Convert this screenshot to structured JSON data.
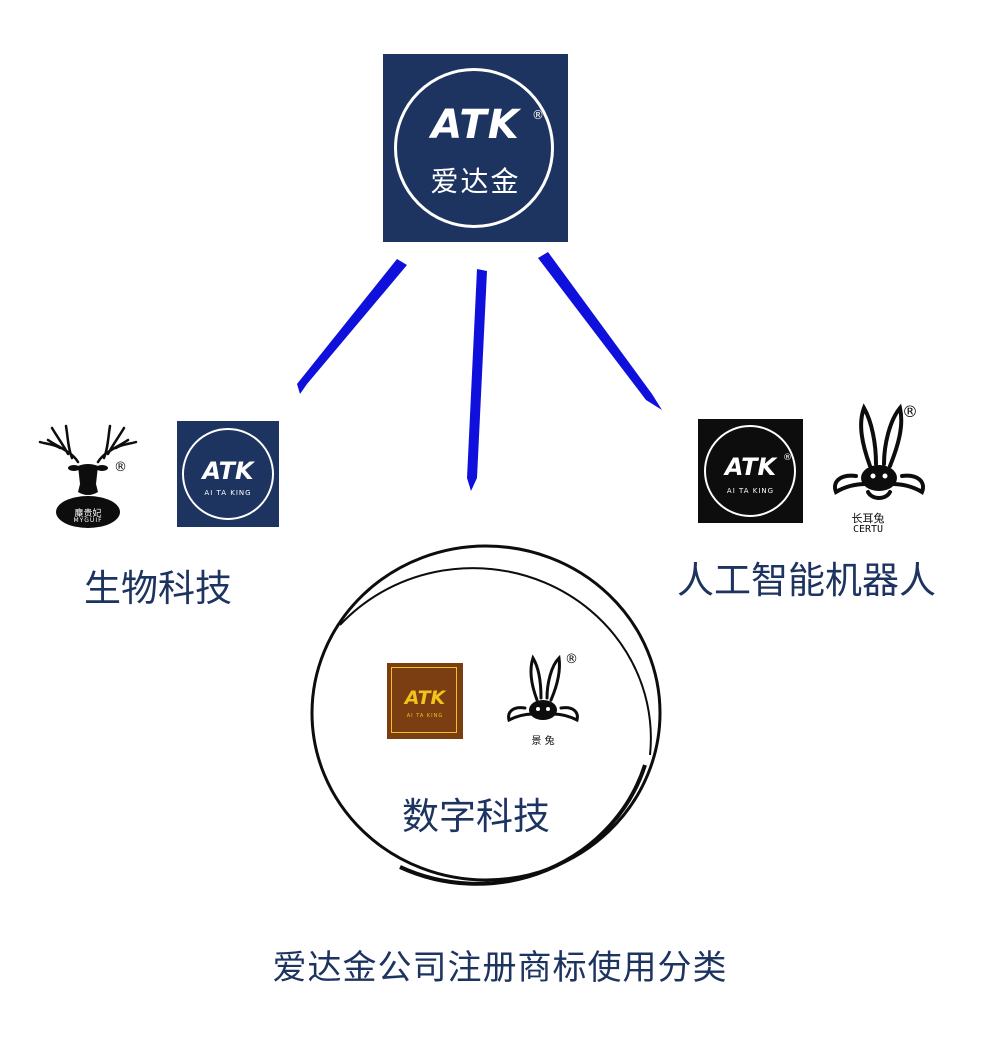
{
  "colors": {
    "navy": "#1d3360",
    "connector": "#1010dd",
    "black": "#0d0d0d",
    "brown": "#7a3e12",
    "gold": "#f2c31a"
  },
  "main_logo": {
    "brand": "ATK",
    "name": "爱达金",
    "registered": "®"
  },
  "branches": {
    "bio": {
      "label": "生物科技",
      "deer_logo": {
        "text": "麋贵妃",
        "subtext": "MYGUIF",
        "registered": "®"
      },
      "atk_logo": {
        "brand": "ATK",
        "subtext": "AI TA KING"
      }
    },
    "digital": {
      "label": "数字科技",
      "atk_logo": {
        "brand": "ATK",
        "subtext": "AI TA KING"
      },
      "rabbit_logo": {
        "text": "景 兔",
        "registered": "®"
      }
    },
    "ai": {
      "label": "人工智能机器人",
      "atk_logo": {
        "brand": "ATK",
        "subtext": "AI TA KING",
        "registered": "®"
      },
      "rabbit_logo": {
        "text": "长耳兔",
        "subtext": "CERTU",
        "registered": "®"
      }
    }
  },
  "caption": "爱达金公司注册商标使用分类"
}
